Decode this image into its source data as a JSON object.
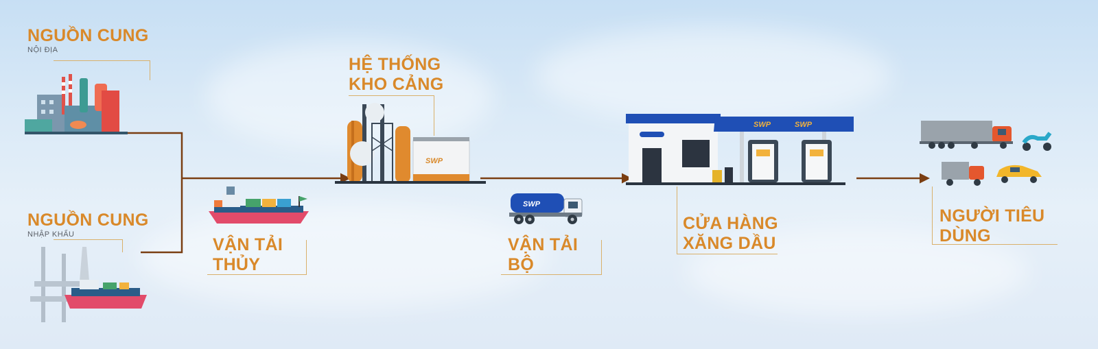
{
  "nodes": {
    "domestic": {
      "title": "NGUỒN CUNG",
      "subtitle": "NỘI ĐỊA"
    },
    "import": {
      "title": "NGUỒN CUNG",
      "subtitle": "NHẬP KHẨU"
    },
    "waterway": {
      "line1": "VẬN TẢI",
      "line2": "THỦY"
    },
    "depot": {
      "line1": "HỆ THỐNG",
      "line2": "KHO CẢNG"
    },
    "road": {
      "line1": "VẬN TẢI",
      "line2": "BỘ"
    },
    "station": {
      "line1": "CỬA HÀNG",
      "line2": "XĂNG DẦU"
    },
    "consumer": {
      "line1": "NGƯỜI TIÊU",
      "line2": "DÙNG"
    }
  },
  "brand": {
    "logo_text": "SWP"
  },
  "colors": {
    "accent": "#d9892a",
    "flow_line": "#7a3e12",
    "leader": "#d9b06a",
    "brand_blue": "#1f4fb5"
  }
}
